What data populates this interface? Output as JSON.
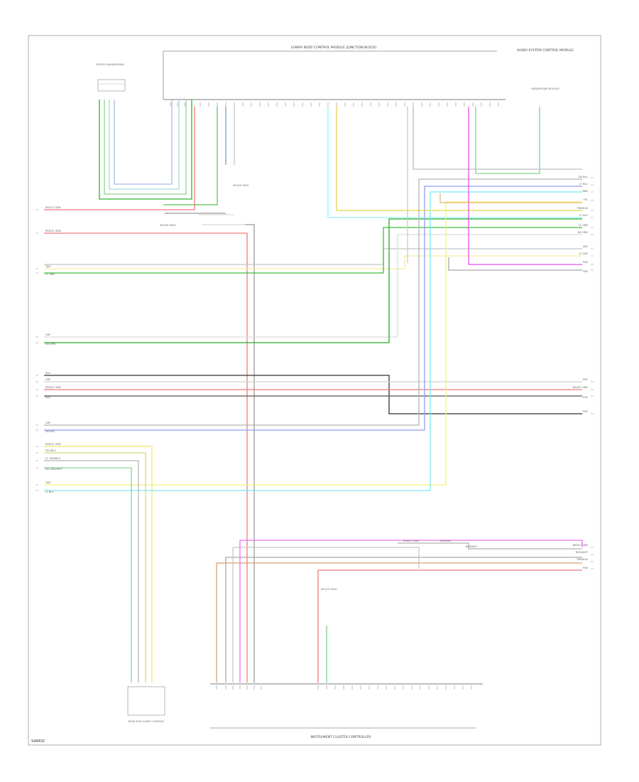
{
  "components": {
    "top_center": "LOWER BODY CONTROL MODULE (JUNCTION BLOCK)",
    "top_right": "AUDIO SYSTEM CONTROL MODULE",
    "top_left": "STEREO HEADPHONES",
    "bottom_center": "INSTRUMENT CLUSTER CONTROLLER",
    "bottom_left": "REAR SEAT AUDIO CONTROL",
    "splice_left": "SPLICE PACK",
    "splice_mid": "SPLICE PACK",
    "splice_bottom": "SPLICE PACK",
    "note_right": "HEADPHONE MODULE"
  },
  "wires": {
    "left": [
      "RED/LT GRN",
      "RED/LT GRN",
      "TAN",
      "LT GRN",
      "GRY",
      "DK GRN",
      "BLK",
      "GRY",
      "RED/LT GRN",
      "BLK",
      "GRY",
      "DK BLU",
      "RED/LT GRN",
      "YEL/BLK",
      "LT GRN/BLK",
      "DK GRN/WHT",
      "TAN",
      "LT BLU"
    ],
    "right": [
      "DK BLU",
      "LT BLU",
      "BRN",
      "YEL",
      "PNK/BLK",
      "LT BLU",
      "LT GRN",
      "DK GRN",
      "GRY",
      "LT GRY",
      "PNK",
      "GRY",
      "GRY",
      "RED/LT GRN",
      "BLK",
      "GRY",
      "RED/LT GRN",
      "RED/WHT",
      "ORN/BLK",
      "PNK"
    ],
    "bottom": [
      "RED/LT GRN",
      "PNK/BLK",
      "BLK/WHT"
    ]
  },
  "corner_code": "S48402"
}
